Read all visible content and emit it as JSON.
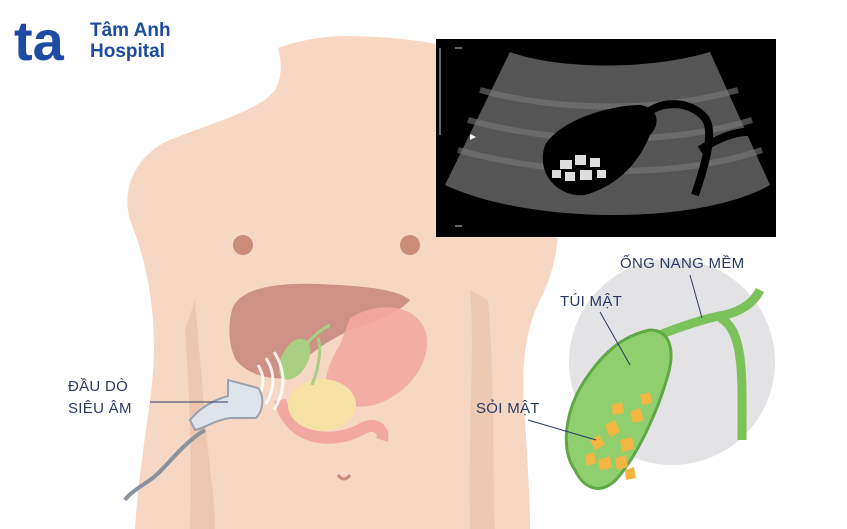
{
  "brand": {
    "mark": "ta",
    "line1": "Tâm Anh",
    "line2": "Hospital",
    "color": "#1d4aa3"
  },
  "labels": {
    "probe_line1": "ĐẦU DÒ",
    "probe_line2": "SIÊU ÂM",
    "cystic_duct": "ỐNG NANG MỀM",
    "gallbladder": "TÚI MẬT",
    "gallstones": "SỎI MẬT"
  },
  "colors": {
    "skin": "#f6d7c3",
    "liver": "#c98a7e",
    "stomach": "#f2a8a2",
    "gallbladder": "#8fcf6e",
    "stone": "#f5b543",
    "ultrasound_bg": "#000000"
  }
}
